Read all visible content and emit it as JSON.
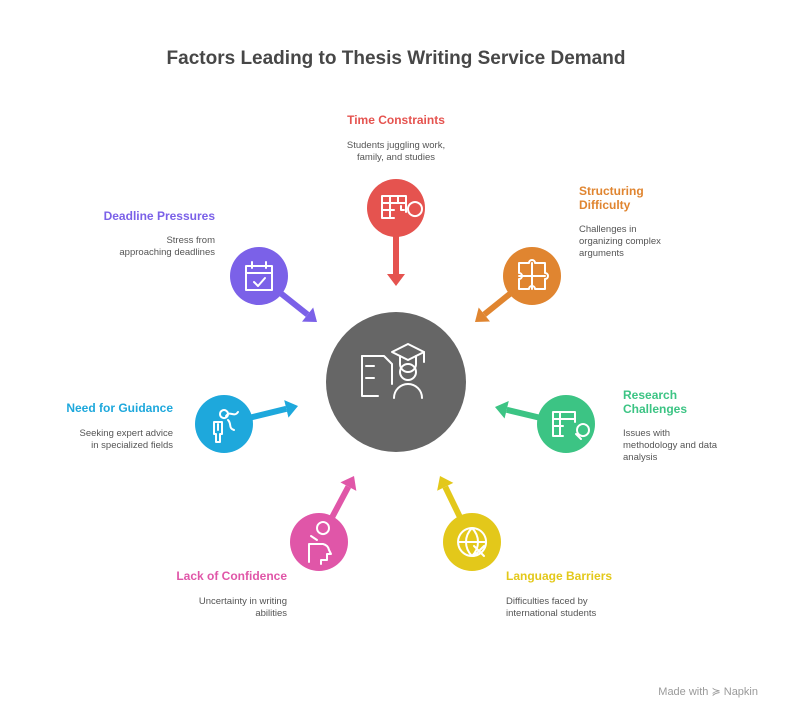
{
  "title": "Factors Leading to Thesis Writing Service Demand",
  "center": {
    "icon": "document-graduate-icon",
    "color": "#666666"
  },
  "factors": [
    {
      "id": "time",
      "title": "Time Constraints",
      "desc": [
        "Students juggling work,",
        "family, and studies"
      ],
      "color": "#E5534F",
      "icon": "calendar-clock-icon"
    },
    {
      "id": "structuring",
      "title": [
        "Structuring",
        "Difficulty"
      ],
      "desc": [
        "Challenges in",
        "organizing complex",
        "arguments"
      ],
      "color": "#E08530",
      "icon": "puzzle-icon"
    },
    {
      "id": "research",
      "title": [
        "Research",
        "Challenges"
      ],
      "desc": [
        "Issues with",
        "methodology and data",
        "analysis"
      ],
      "color": "#3CC484",
      "icon": "table-search-icon"
    },
    {
      "id": "language",
      "title": "Language Barriers",
      "desc": [
        "Difficulties faced by",
        "international students"
      ],
      "color": "#E3C81A",
      "icon": "globe-translate-icon"
    },
    {
      "id": "confidence",
      "title": "Lack of Confidence",
      "desc": [
        "Uncertainty in writing",
        "abilities"
      ],
      "color": "#E056A8",
      "icon": "head-search-icon"
    },
    {
      "id": "guidance",
      "title": "Need for Guidance",
      "desc": [
        "Seeking expert advice",
        "in specialized fields"
      ],
      "color": "#1EA8DC",
      "icon": "mentor-icon"
    },
    {
      "id": "deadline",
      "title": "Deadline Pressures",
      "desc": [
        "Stress from",
        "approaching deadlines"
      ],
      "color": "#7B61E8",
      "icon": "calendar-check-icon"
    }
  ],
  "footer": "Made with ≽ Napkin"
}
